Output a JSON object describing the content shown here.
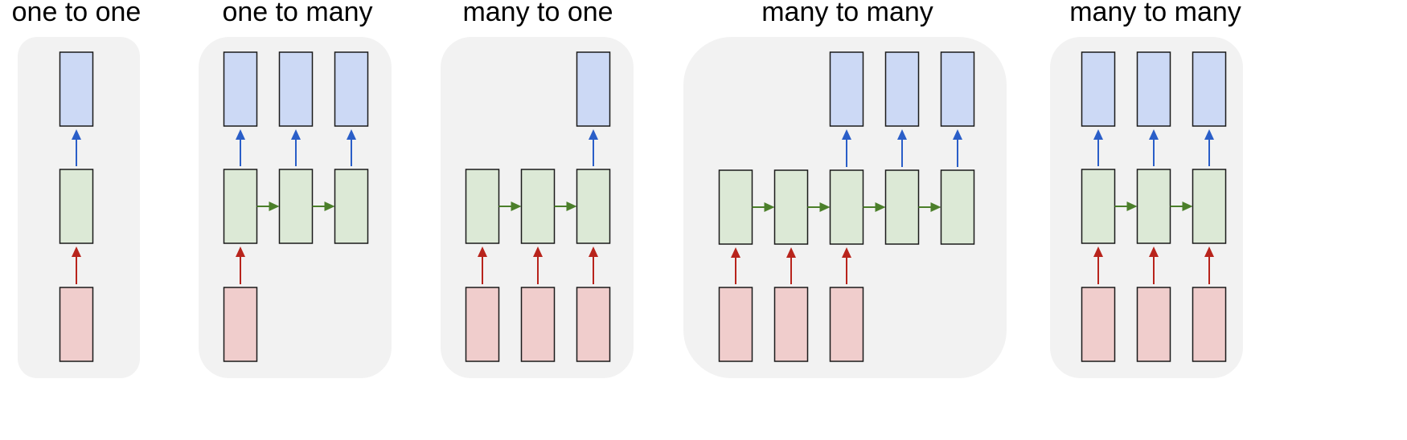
{
  "diagram": {
    "colors": {
      "panel_bg": "#f2f2f2",
      "input_fill": "#f0cdcc",
      "hidden_fill": "#dce9d6",
      "output_fill": "#ccd9f5",
      "box_stroke": "#1a1a1a",
      "input_arrow": "#b8241c",
      "hidden_arrow": "#4b7f2a",
      "output_arrow": "#2a5ec8"
    },
    "panels": [
      {
        "title": "one to one",
        "inputs": [
          true
        ],
        "hidden_count": 1,
        "outputs": [
          true
        ]
      },
      {
        "title": "one to many",
        "inputs": [
          true,
          false,
          false
        ],
        "hidden_count": 3,
        "outputs": [
          true,
          true,
          true
        ]
      },
      {
        "title": "many to one",
        "inputs": [
          true,
          true,
          true
        ],
        "hidden_count": 3,
        "outputs": [
          false,
          false,
          true
        ]
      },
      {
        "title": "many to many",
        "inputs": [
          true,
          true,
          true,
          false,
          false
        ],
        "hidden_count": 5,
        "outputs": [
          false,
          false,
          true,
          true,
          true
        ]
      },
      {
        "title": "many to many",
        "inputs": [
          true,
          true,
          true
        ],
        "hidden_count": 3,
        "outputs": [
          true,
          true,
          true
        ]
      }
    ]
  }
}
